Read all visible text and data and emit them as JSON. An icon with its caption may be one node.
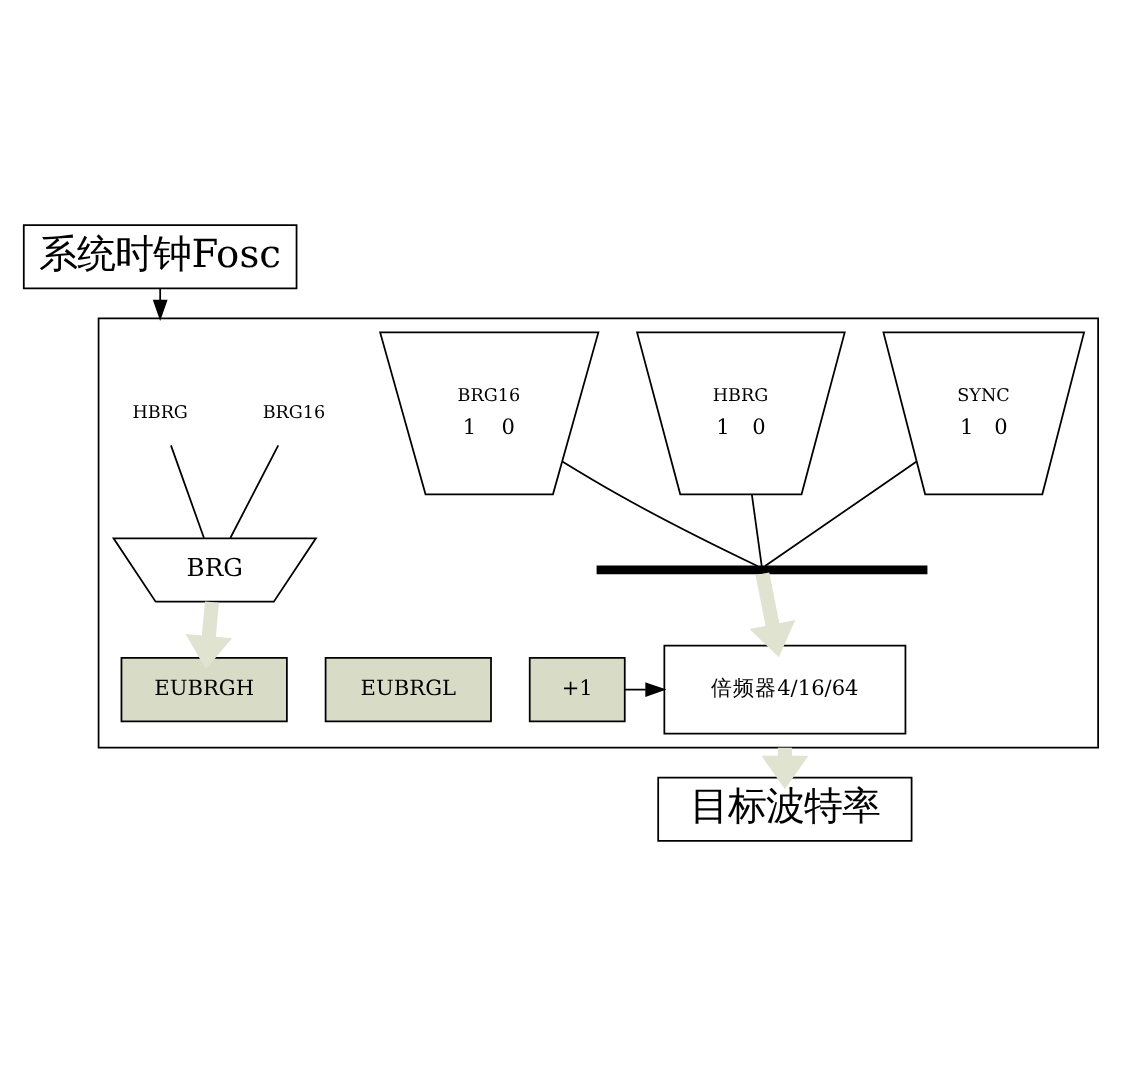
{
  "diagram": {
    "nodes": [
      {
        "text": [
          "系统时钟Fosc"
        ]
      },
      {
        "text": [],
        "shape": "box"
      },
      {
        "text": [
          "HBRG"
        ],
        "in": 1
      },
      {
        "text": [
          "BRG16"
        ],
        "in": 1
      },
      {
        "text": [
          "BRG"
        ],
        "in": 1
      },
      {
        "text": [
          "EUBRGH"
        ],
        "in": 1
      },
      {
        "text": [
          "EUBRGL"
        ],
        "in": 1
      },
      {
        "text": [
          "+1"
        ],
        "in": 1
      },
      {
        "text": [
          "BRG16",
          "1",
          "0"
        ],
        "in": 1
      },
      {
        "text": [
          "HBRG",
          "1",
          "0"
        ],
        "in": 1
      },
      {
        "text": [
          "SYNC",
          "1",
          "0"
        ],
        "in": 1
      },
      {
        "text": [],
        "shape": "bar",
        "in": 1
      },
      {
        "text": [
          "倍频器4/16/64"
        ],
        "in": 1
      },
      {
        "text": [
          "目标波特率"
        ]
      }
    ],
    "edges": [
      {
        "from": 0,
        "to": 1,
        "arrow": "to"
      },
      {
        "from": 2,
        "to": 4,
        "arrow": "none"
      },
      {
        "from": 3,
        "to": 4,
        "arrow": "none"
      },
      {
        "from": 4,
        "to": 5,
        "arrow": "to",
        "style": "thick",
        "color": "#dfe3cf"
      },
      {
        "from": 8,
        "to": 11,
        "arrow": "none"
      },
      {
        "from": 9,
        "to": 11,
        "arrow": "none"
      },
      {
        "from": 10,
        "to": 11,
        "arrow": "none"
      },
      {
        "from": 11,
        "to": 12,
        "arrow": "to",
        "style": "thick",
        "color": "#dfe3cf"
      },
      {
        "from": 7,
        "to": 12,
        "arrow": "to"
      },
      {
        "from": 1,
        "to": 13,
        "arrow": "to",
        "style": "thick",
        "color": "#dfe3cf"
      }
    ]
  }
}
